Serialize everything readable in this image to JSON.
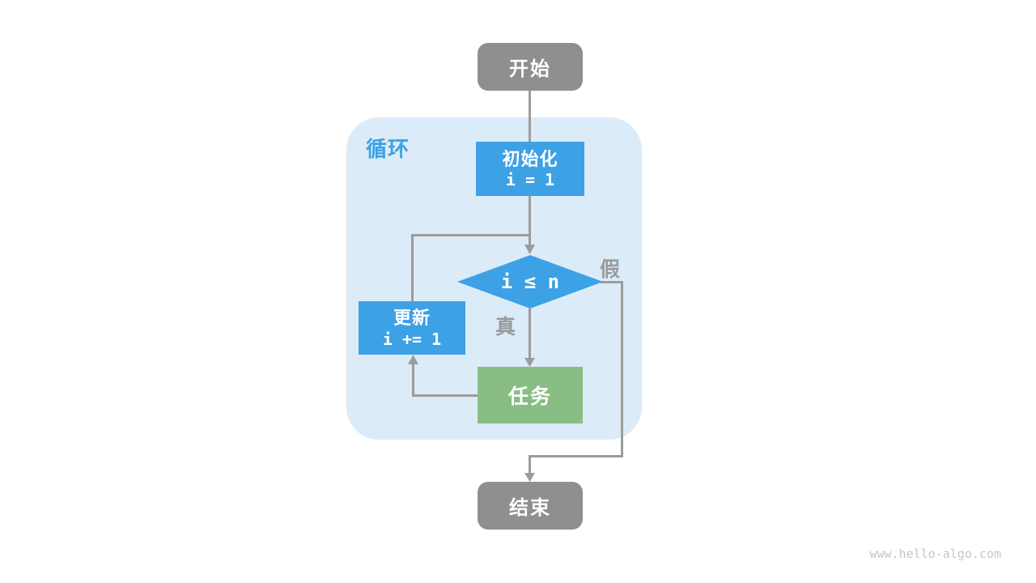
{
  "diagram": {
    "loop_label": "循环",
    "nodes": {
      "start": {
        "label": "开始"
      },
      "init": {
        "title": "初始化",
        "code": "i = 1"
      },
      "condition": {
        "label": "i ≤ n"
      },
      "update": {
        "title": "更新",
        "code": "i += 1"
      },
      "task": {
        "label": "任务"
      },
      "end": {
        "label": "结束"
      }
    },
    "branch_labels": {
      "true_label": "真",
      "false_label": "假"
    },
    "colors": {
      "process_blue": "#3DA1E5",
      "task_green": "#88BD84",
      "terminal_gray": "#8F8F8F",
      "edge_gray": "#9C9C9C",
      "container_bg": "#DCEBF8",
      "loop_label_blue": "#3DA1E5"
    },
    "watermark": "www.hello-algo.com"
  }
}
